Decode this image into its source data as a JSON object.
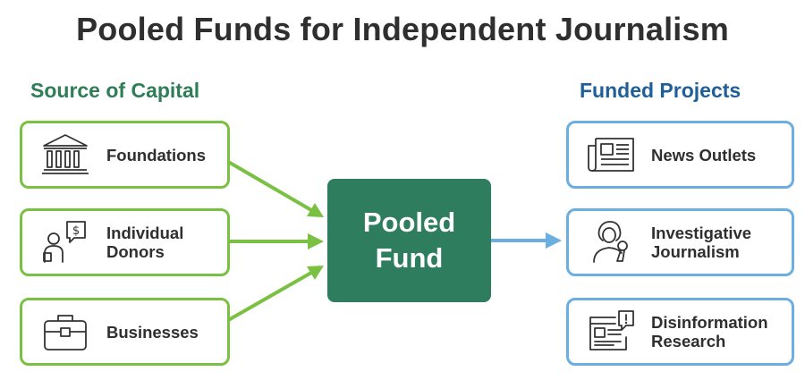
{
  "title": "Pooled Funds for Independent Journalism",
  "source_heading": "Source of Capital",
  "projects_heading": "Funded Projects",
  "center": {
    "line1": "Pooled",
    "line2": "Fund"
  },
  "sources": [
    {
      "label_line1": "Foundations",
      "label_line2": "",
      "icon": "building-columns-icon"
    },
    {
      "label_line1": "Individual",
      "label_line2": "Donors",
      "icon": "person-with-dollar-speech-icon"
    },
    {
      "label_line1": "Businesses",
      "label_line2": "",
      "icon": "briefcase-icon"
    }
  ],
  "projects": [
    {
      "label_line1": "News Outlets",
      "label_line2": "",
      "icon": "newspaper-icon"
    },
    {
      "label_line1": "Investigative",
      "label_line2": "Journalism",
      "icon": "reporter-microphone-icon"
    },
    {
      "label_line1": "Disinformation",
      "label_line2": "Research",
      "icon": "browser-alert-icon"
    }
  ],
  "colors": {
    "source_border": "#7ac143",
    "project_border": "#6aaee2",
    "center_fill": "#2e7d5e",
    "source_heading": "#2e7d57",
    "projects_heading": "#1f5f99"
  }
}
